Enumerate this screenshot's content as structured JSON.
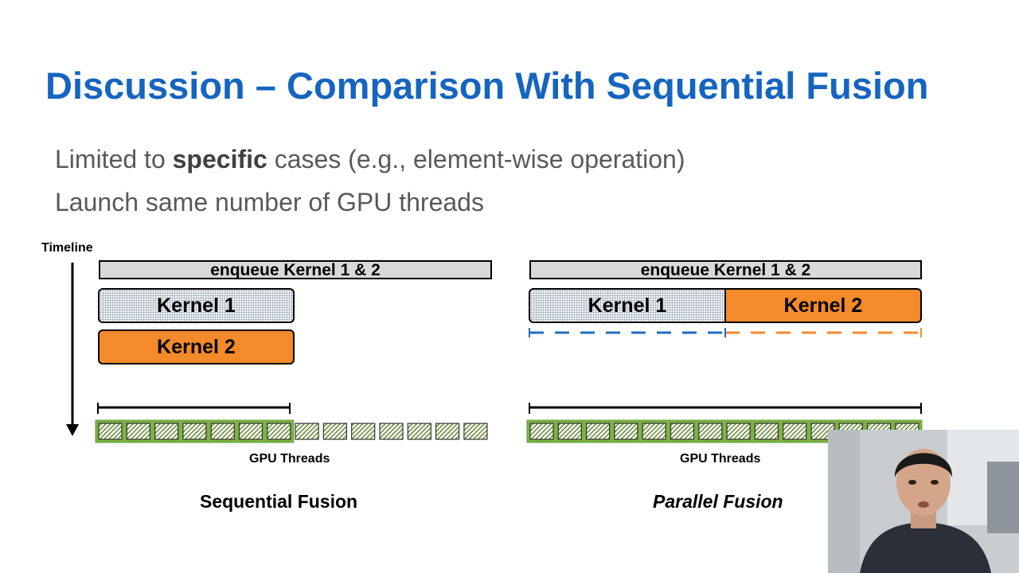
{
  "slide": {
    "title": "Discussion – Comparison With Sequential Fusion",
    "bullet1_pre": "Limited to ",
    "bullet1_bold": "specific",
    "bullet1_post": " cases (e.g., element-wise operation)",
    "bullet2": "Launch same number of GPU threads"
  },
  "diagram": {
    "timeline_label": "Timeline",
    "left": {
      "enqueue_label": "enqueue Kernel 1 & 2",
      "kernel1_label": "Kernel 1",
      "kernel2_label": "Kernel 2",
      "threads_label": "GPU Threads",
      "caption": "Sequential Fusion",
      "thread_count": 14,
      "active_threads": 7
    },
    "right": {
      "enqueue_label": "enqueue Kernel 1 & 2",
      "kernel1_label": "Kernel 1",
      "kernel2_label": "Kernel 2",
      "threads_label": "GPU Threads",
      "caption": "Parallel Fusion",
      "thread_count": 14,
      "active_threads": 14
    }
  },
  "colors": {
    "title": "#1565c0",
    "kernel2": "#f58a2a",
    "kernel1_dash": "#1f6fbf",
    "kernel2_dash": "#f58a2a",
    "thread_active_border": "#5c9e3a",
    "thread_hatch": "#6b8e3e"
  }
}
